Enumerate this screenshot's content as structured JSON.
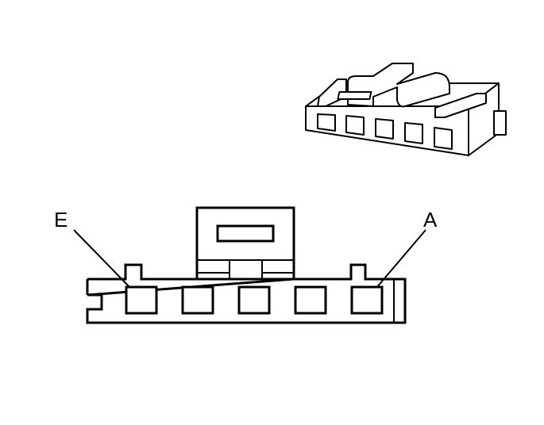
{
  "diagram": {
    "labels": {
      "left_pin": "E",
      "right_pin": "A"
    },
    "terminal_cavity_count": 5,
    "colors": {
      "line": "#000000",
      "fill": "#ffffff"
    }
  }
}
